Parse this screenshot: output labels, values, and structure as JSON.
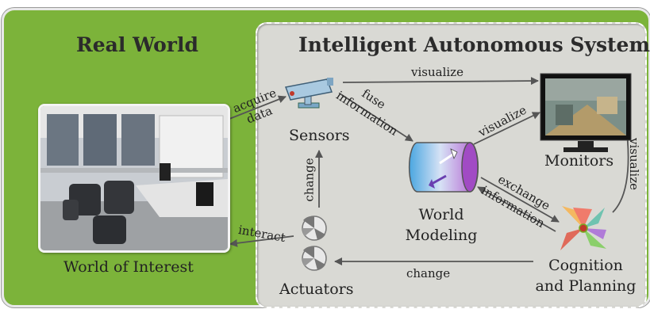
{
  "regions": {
    "real_world": "Real World",
    "ias": "Intelligent Autonomous System"
  },
  "nodes": {
    "world_of_interest": "World of Interest",
    "sensors": "Sensors",
    "monitors": "Monitors",
    "world_modeling_1": "World",
    "world_modeling_2": "Modeling",
    "cognition_1": "Cognition",
    "cognition_2": "and Planning",
    "actuators": "Actuators"
  },
  "edges": {
    "acquire": "acquire",
    "data": "data",
    "fuse": "fuse",
    "information": "information",
    "visualize_top": "visualize",
    "visualize_mid": "visualize",
    "visualize_right": "visualize",
    "exchange": "exchange",
    "exchange_information": "information",
    "change_vertical": "change",
    "change_bottom": "change",
    "interact": "interact"
  },
  "icons": [
    "camera-icon",
    "cylinder-icon",
    "monitor-icon",
    "flower-icon",
    "actuator-icon",
    "office-photo"
  ]
}
